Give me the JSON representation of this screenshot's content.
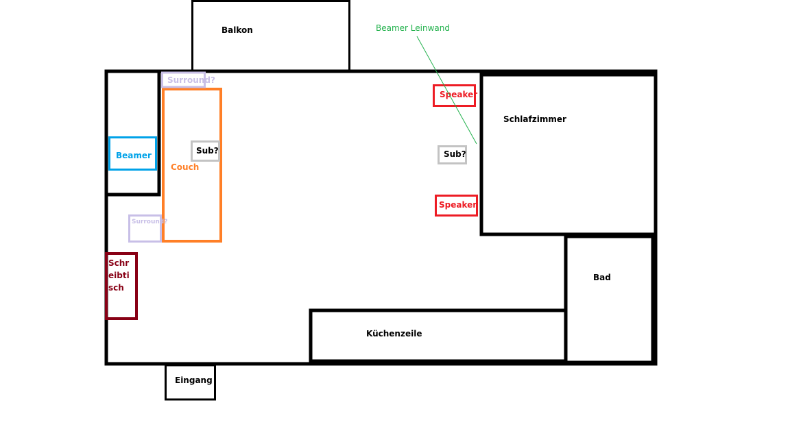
{
  "colors": {
    "wall": "#000000",
    "beamer": "#00a2e8",
    "couch": "#ff7f27",
    "surround": "#c8bfe7",
    "sub": "#c3c3c3",
    "speaker": "#ed1c24",
    "desk": "#880015",
    "screen": "#22b14c"
  },
  "rooms": {
    "balkon": "Balkon",
    "schlafzimmer": "Schlafzimmer",
    "bad": "Bad",
    "kuechenzeile": "Küchenzeile",
    "eingang": "Eingang"
  },
  "furniture": {
    "beamer": "Beamer",
    "couch": "Couch",
    "surround_top": "Surround?",
    "surround_left": "Surround?",
    "sub_couch": "Sub?",
    "sub_front": "Sub?",
    "speaker_top": "Speaker",
    "speaker_bottom": "Speaker",
    "desk_lines": [
      "Schr",
      "eibti",
      "sch"
    ],
    "screen": "Beamer Leinwand"
  }
}
